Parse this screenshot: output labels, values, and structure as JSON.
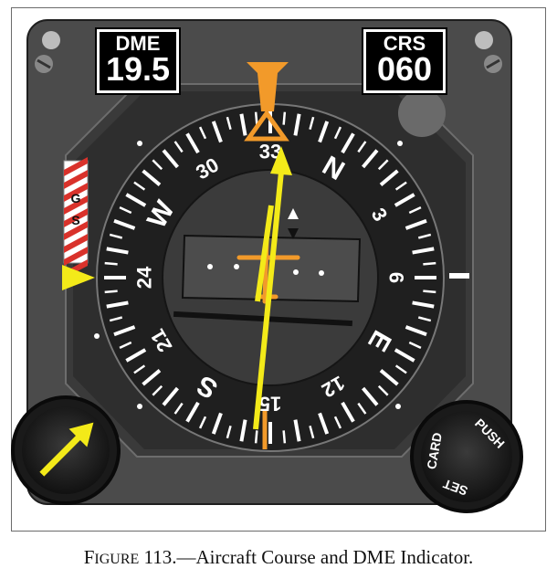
{
  "dme": {
    "label": "DME",
    "value": "19.5"
  },
  "crs": {
    "label": "CRS",
    "value": "060"
  },
  "compass": {
    "letters": [
      "N",
      "E",
      "S",
      "W"
    ],
    "numbers": [
      "3",
      "6",
      "12",
      "15",
      "21",
      "24",
      "30",
      "33"
    ],
    "card_heading_deg": 330
  },
  "course_deg": 60,
  "gs_flag": "GS",
  "knob_right": {
    "label_card": "CARD",
    "label_push": "PUSH",
    "label_set": "SET"
  },
  "caption": {
    "figure_word_first": "F",
    "figure_word_rest": "IGURE",
    "rest": " 113.—Aircraft Course and DME Indicator."
  },
  "colors": {
    "bezel": "#4a4a4a",
    "face": "#2a2a2a",
    "course_arrow": "#f3ea19",
    "heading_bug": "#f29a2a",
    "gs_flag_red": "#d9322b",
    "glideslope_pointer": "#f3ea19"
  },
  "icons": [
    "heading-bug-icon",
    "course-arrow-icon",
    "knob-arrow-icon",
    "screw-icon",
    "to-from-triangle-icon"
  ]
}
